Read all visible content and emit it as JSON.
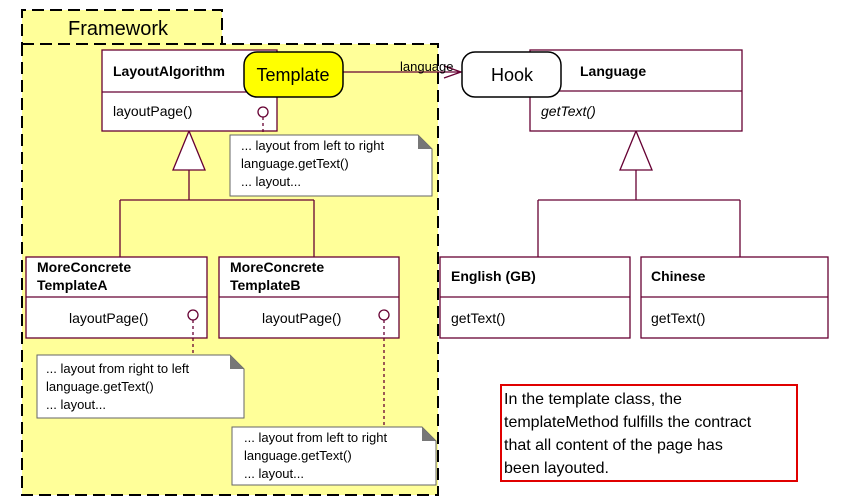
{
  "framework": {
    "label": "Framework",
    "color": "#ffff99"
  },
  "classes": {
    "layout_algorithm": {
      "name": "LayoutAlgorithm",
      "method": "layoutPage()"
    },
    "concrete_a": {
      "name_line1": "MoreConcrete",
      "name_line2": "TemplateA",
      "method": "layoutPage()"
    },
    "concrete_b": {
      "name_line1": "MoreConcrete",
      "name_line2": "TemplateB",
      "method": "layoutPage()"
    },
    "language": {
      "name": "Language",
      "method": "getText()"
    },
    "english": {
      "name": "English (GB)",
      "method": "getText()"
    },
    "chinese": {
      "name": "Chinese",
      "method": "getText()"
    }
  },
  "association_label": "language",
  "badges": {
    "template": {
      "label": "Template",
      "color": "#ffff00"
    },
    "hook": {
      "label": "Hook"
    }
  },
  "notes": {
    "top": [
      "... layout  from left to right",
      "language.getText()",
      "... layout..."
    ],
    "a": [
      "... layout from right to left",
      "language.getText()",
      "... layout..."
    ],
    "b": [
      "... layout from left to right",
      "language.getText()",
      "... layout..."
    ]
  },
  "callout": {
    "lines": [
      "In the template class, the",
      "templateMethod fulfills the contract",
      "that all content of the page has",
      "been layouted."
    ],
    "border_color": "#e00000"
  },
  "colors": {
    "uml_line": "#660033"
  }
}
